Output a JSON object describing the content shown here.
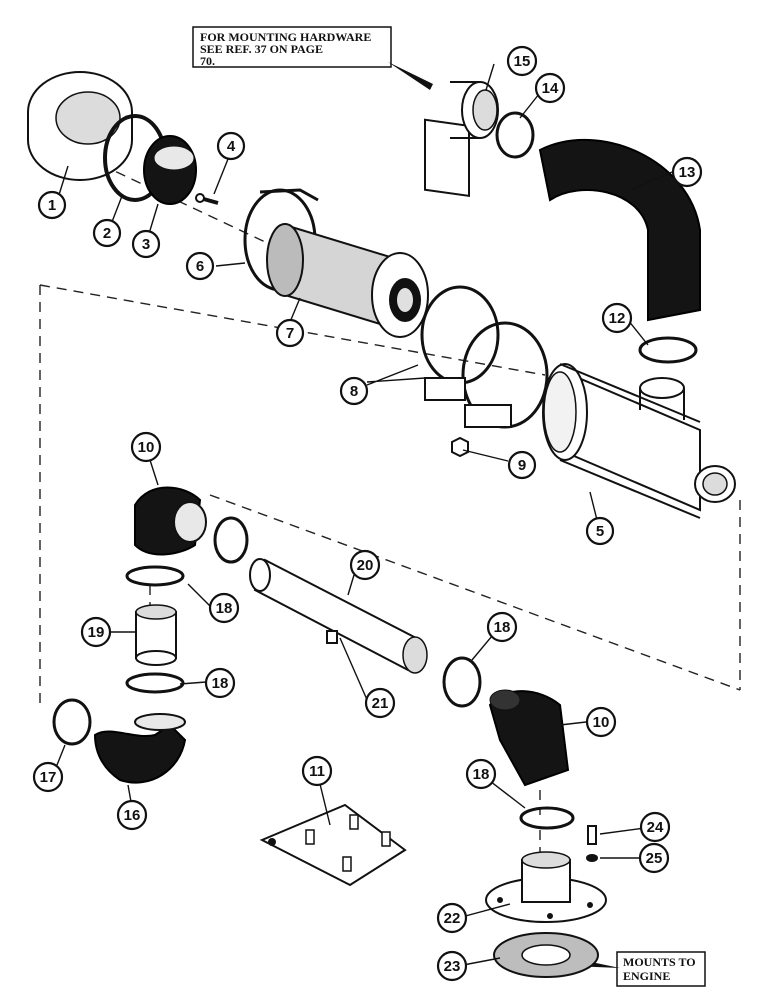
{
  "notes": {
    "hardware_line1": "FOR MOUNTING HARDWARE",
    "hardware_line2": "SEE REF. 37 ON PAGE",
    "hardware_line3": "70.",
    "engine_line1": "MOUNTS TO",
    "engine_line2": "ENGINE"
  },
  "callouts": {
    "c1": "1",
    "c2": "2",
    "c3": "3",
    "c4": "4",
    "c5": "5",
    "c6": "6",
    "c7": "7",
    "c8": "8",
    "c9": "9",
    "c10a": "10",
    "c10b": "10",
    "c11": "11",
    "c12": "12",
    "c13": "13",
    "c14": "14",
    "c15": "15",
    "c16": "16",
    "c17": "17",
    "c18a": "18",
    "c18b": "18",
    "c18c": "18",
    "c18d": "18",
    "c19": "19",
    "c20": "20",
    "c21": "21",
    "c22": "22",
    "c23": "23",
    "c24": "24",
    "c25": "25"
  }
}
